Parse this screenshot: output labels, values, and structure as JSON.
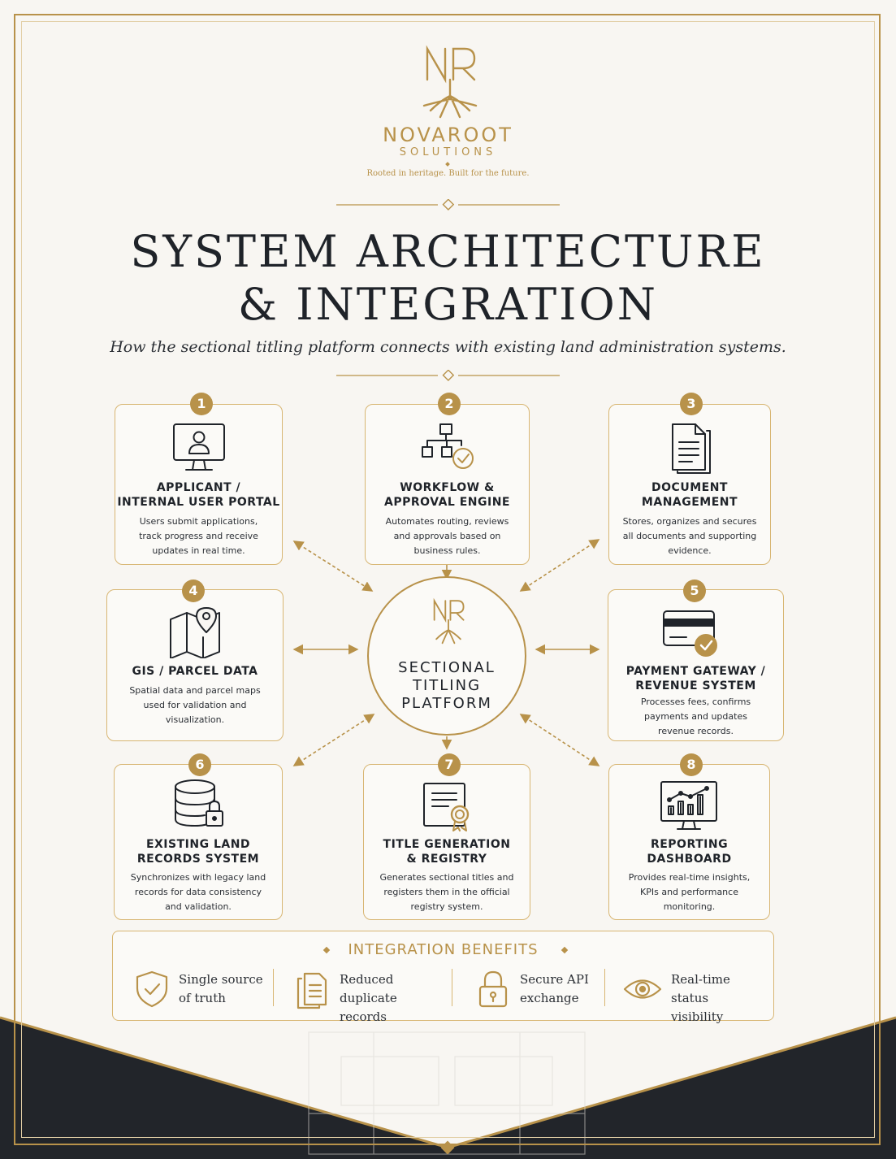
{
  "brand": {
    "name": "NOVAROOT",
    "sub": "SOLUTIONS",
    "monogram": "NR",
    "tagline": "Rooted in heritage. Built for the future."
  },
  "title": {
    "line1": "SYSTEM ARCHITECTURE",
    "line2": "& INTEGRATION"
  },
  "subtitle": "How the sectional titling platform connects with existing land administration systems.",
  "hub": {
    "title": "SECTIONAL\nTITLING\nPLATFORM"
  },
  "modules": [
    {
      "num": "1",
      "icon": "monitor-user-icon",
      "title": "APPLICANT /\nINTERNAL USER PORTAL",
      "desc": "Users submit applications,\ntrack progress and receive\nupdates in real time."
    },
    {
      "num": "2",
      "icon": "workflow-check-icon",
      "title": "WORKFLOW &\nAPPROVAL ENGINE",
      "desc": "Automates routing, reviews\nand approvals based on\nbusiness rules."
    },
    {
      "num": "3",
      "icon": "document-stack-icon",
      "title": "DOCUMENT\nMANAGEMENT",
      "desc": "Stores, organizes and secures\nall documents and supporting\nevidence."
    },
    {
      "num": "4",
      "icon": "map-pin-icon",
      "title": "GIS / PARCEL DATA",
      "desc": "Spatial data and parcel maps\nused for validation and\nvisualization."
    },
    {
      "num": "5",
      "icon": "credit-card-check-icon",
      "title": "PAYMENT GATEWAY /\nREVENUE SYSTEM",
      "desc": "Processes fees, confirms\npayments and updates\nrevenue records."
    },
    {
      "num": "6",
      "icon": "database-lock-icon",
      "title": "EXISTING LAND\nRECORDS SYSTEM",
      "desc": "Synchronizes with legacy land\nrecords for data consistency\nand validation."
    },
    {
      "num": "7",
      "icon": "certificate-icon",
      "title": "TITLE GENERATION\n& REGISTRY",
      "desc": "Generates sectional titles and\nregisters them in the official\nregistry system."
    },
    {
      "num": "8",
      "icon": "bar-chart-monitor-icon",
      "title": "REPORTING\nDASHBOARD",
      "desc": "Provides real-time insights,\nKPIs and performance\nmonitoring."
    }
  ],
  "benefits": {
    "title": "INTEGRATION BENEFITS",
    "items": [
      {
        "icon": "shield-check-icon",
        "label": "Single source\nof truth"
      },
      {
        "icon": "documents-icon",
        "label": "Reduced\nduplicate records"
      },
      {
        "icon": "lock-icon",
        "label": "Secure API\nexchange"
      },
      {
        "icon": "eye-icon",
        "label": "Real-time status\nvisibility"
      }
    ]
  },
  "colors": {
    "gold": "#b8924a",
    "ink": "#1f2329",
    "paper": "#f8f6f2",
    "footer": "#22252a"
  }
}
